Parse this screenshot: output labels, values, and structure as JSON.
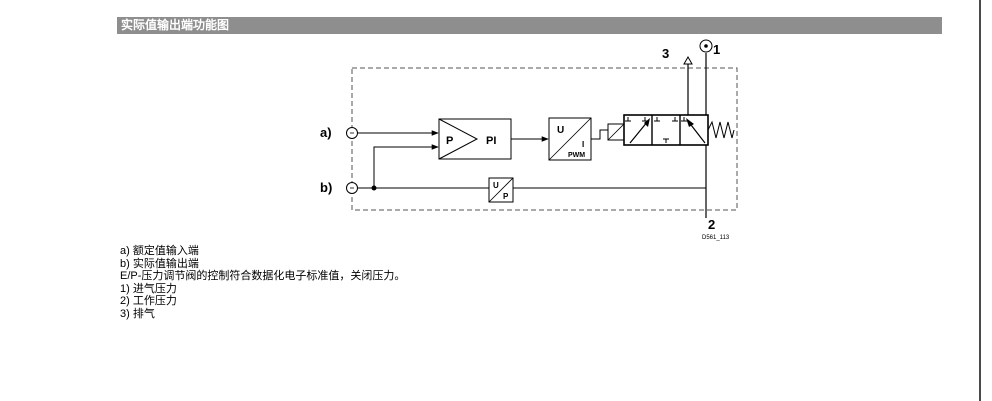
{
  "header": {
    "title": "实际值输出端功能图"
  },
  "diagram": {
    "input_a_label": "a)",
    "input_b_label": "b)",
    "controller_p_label": "P",
    "controller_pi_label": "PI",
    "converter_u_label": "U",
    "converter_i_label": "I",
    "converter_pwm_label": "PWM",
    "feedback_u_label": "U",
    "feedback_p_label": "P",
    "port_exhaust_label": "3",
    "port_supply_label": "1",
    "port_work_label": "2",
    "drawing_code": "D561_113"
  },
  "legend": {
    "items": [
      "a) 额定值输入端",
      "b) 实际值输出端",
      " E/P-压力调节阀的控制符合数据化电子标准值，关闭压力。",
      "1) 进气压力",
      "2) 工作压力",
      "3) 排气"
    ]
  }
}
